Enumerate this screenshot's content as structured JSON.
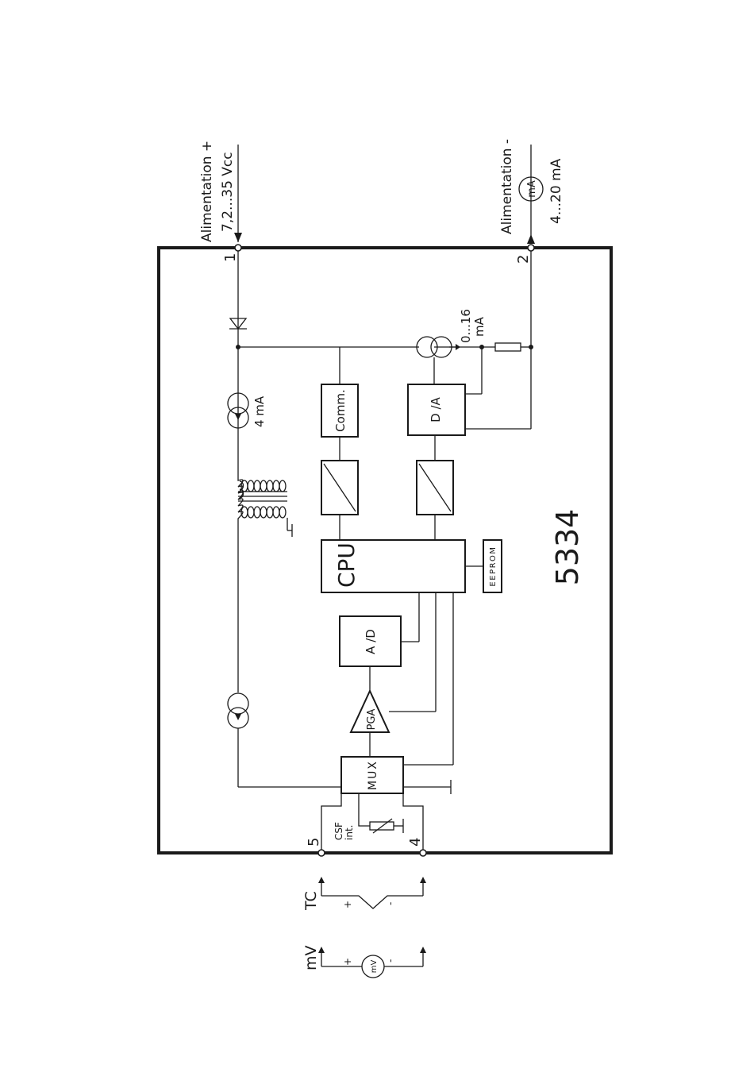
{
  "model_number": "5334",
  "supply_plus": {
    "title": "Alimentation +",
    "range": "7,2...35 Vcc"
  },
  "supply_minus": {
    "title": "Alimentation -",
    "meter": "mA",
    "range": "4...20 mA"
  },
  "terminals": {
    "t1": "1",
    "t2": "2",
    "t4": "4",
    "t5": "5"
  },
  "blocks": {
    "cpu": "CPU",
    "eeprom": "EEPROM",
    "ad": "A /D",
    "da": "D /A",
    "comm": "Comm.",
    "pga": "PGA",
    "mux": "MUX"
  },
  "labels": {
    "source_4ma": "4 mA",
    "output_current": "0...16",
    "output_unit": "mA",
    "csf": "CSF",
    "csf_int": "int."
  },
  "inputs": {
    "tc": {
      "label": "TC",
      "plus": "+",
      "minus": "-"
    },
    "mv": {
      "label": "mV",
      "meter": "mV",
      "plus": "+",
      "minus": "-"
    }
  }
}
